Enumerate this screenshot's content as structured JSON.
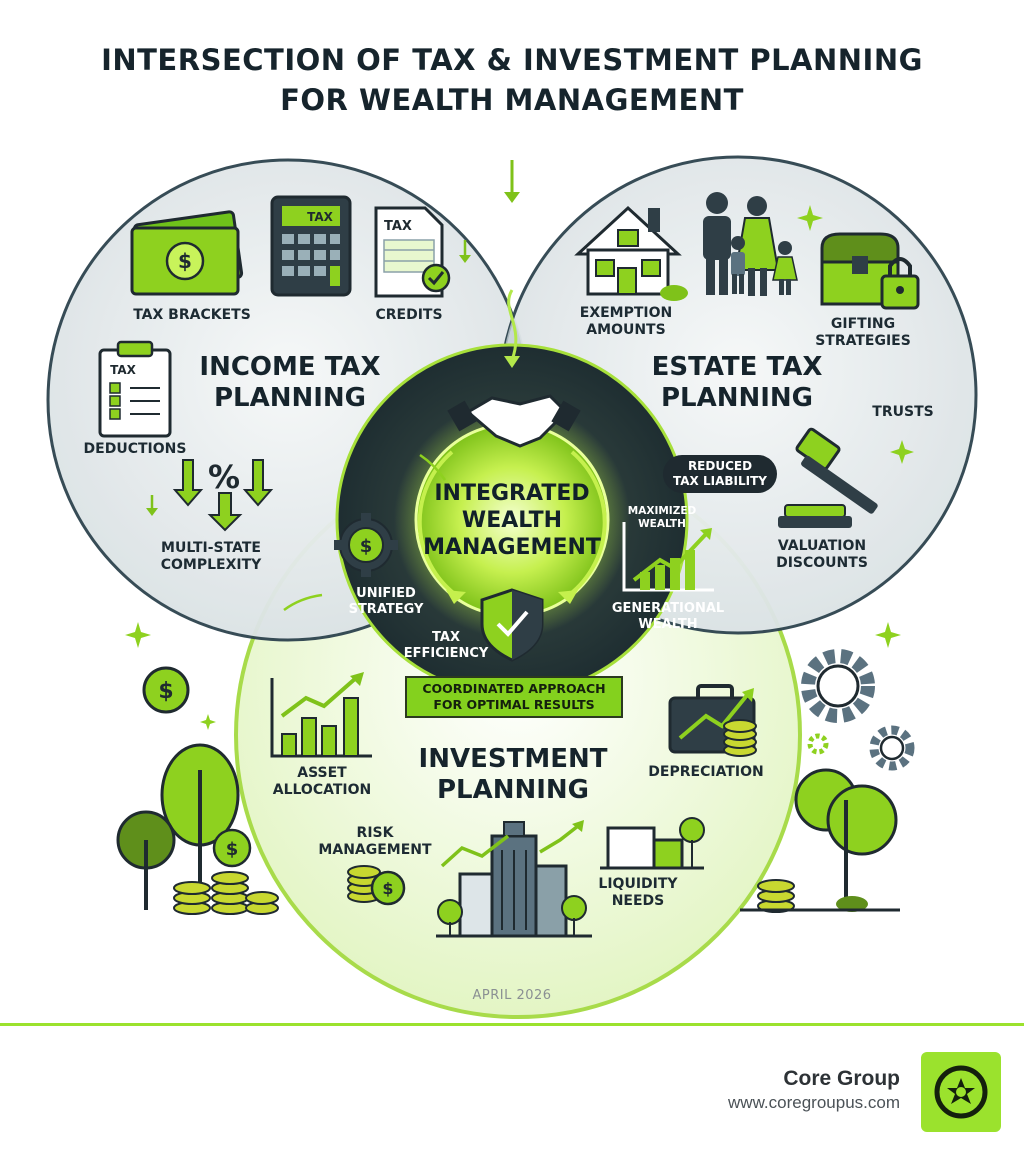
{
  "title": {
    "line1": "INTERSECTION OF TAX & INVESTMENT PLANNING",
    "line2": "FOR WEALTH MANAGEMENT"
  },
  "circles": {
    "income": {
      "line1": "INCOME TAX",
      "line2": "PLANNING"
    },
    "estate": {
      "line1": "ESTATE TAX",
      "line2": "PLANNING"
    },
    "investment": {
      "line1": "INVESTMENT",
      "line2": "PLANNING"
    }
  },
  "center": {
    "line1": "INTEGRATED",
    "line2": "WEALTH",
    "line3": "MANAGEMENT"
  },
  "income_items": {
    "tax_brackets": "TAX BRACKETS",
    "credits": "CREDITS",
    "deductions": "DEDUCTIONS",
    "multi_state_l1": "MULTI-STATE",
    "multi_state_l2": "COMPLEXITY"
  },
  "estate_items": {
    "exemption_l1": "EXEMPTION",
    "exemption_l2": "AMOUNTS",
    "gifting_l1": "GIFTING",
    "gifting_l2": "STRATEGIES",
    "trusts": "TRUSTS",
    "valuation_l1": "VALUATION",
    "valuation_l2": "DISCOUNTS"
  },
  "investment_items": {
    "asset_l1": "ASSET",
    "asset_l2": "ALLOCATION",
    "depreciation": "DEPRECIATION",
    "risk_l1": "RISK",
    "risk_l2": "MANAGEMENT",
    "liquidity_l1": "LIQUIDITY",
    "liquidity_l2": "NEEDS"
  },
  "overlap": {
    "reduced_l1": "REDUCED",
    "reduced_l2": "TAX LIABILITY",
    "maximized_l1": "MAXIMIZED",
    "maximized_l2": "WEALTH",
    "generational_l1": "GENERATIONAL",
    "generational_l2": "WEALTH",
    "unified_l1": "UNIFIED",
    "unified_l2": "STRATEGY",
    "efficiency_l1": "TAX",
    "efficiency_l2": "EFFICIENCY"
  },
  "banner": {
    "line1": "COORDINATED APPROACH",
    "line2": "FOR OPTIMAL RESULTS"
  },
  "icon_text": {
    "tax": "TAX",
    "percent": "%",
    "dollar": "$"
  },
  "date": "APRIL 2026",
  "footer": {
    "company": "Core Group",
    "url": "www.coregroupus.com"
  },
  "icons": [
    "money-icon",
    "calculator-icon",
    "tax-form-icon",
    "clipboard-icon",
    "percent-arrows-icon",
    "house-icon",
    "family-icon",
    "treasure-chest-icon",
    "padlock-icon",
    "gavel-icon",
    "handshake-icon",
    "dollar-gear-icon",
    "shield-check-icon",
    "growth-chart-icon",
    "bar-chart-icon",
    "briefcase-icon",
    "coins-icon",
    "city-icon",
    "gear-icon",
    "tree-icon",
    "logo-icon"
  ],
  "colors": {
    "accent": "#8ed11f",
    "dark": "#1f2a30",
    "center_glow": "#c8f35a",
    "circle_fill": "#e8eef0"
  }
}
